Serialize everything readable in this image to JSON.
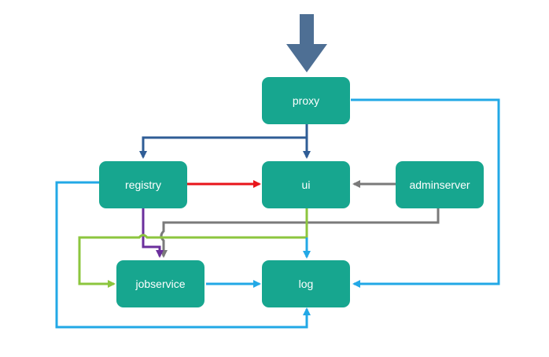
{
  "colors": {
    "node": "#17a68f",
    "node_text": "#ffffff",
    "entry_arrow": "#4e6f94",
    "blue_dark": "#2f5d96",
    "blue_light": "#22a8e6",
    "red": "#e8141a",
    "gray": "#7a7a7a",
    "green": "#8cc63e",
    "purple": "#6b2f9c"
  },
  "nodes": {
    "proxy": "proxy",
    "ui": "ui",
    "registry": "registry",
    "adminserver": "adminserver",
    "jobservice": "jobservice",
    "log": "log"
  },
  "edges": [
    {
      "from": "external",
      "to": "proxy",
      "color": "entry_arrow"
    },
    {
      "from": "proxy",
      "to": "ui",
      "color": "blue_dark"
    },
    {
      "from": "proxy",
      "to": "registry",
      "color": "blue_dark"
    },
    {
      "from": "proxy",
      "to": "log",
      "color": "blue_light"
    },
    {
      "from": "registry",
      "to": "ui",
      "color": "red"
    },
    {
      "from": "registry",
      "to": "jobservice",
      "color": "purple"
    },
    {
      "from": "registry",
      "to": "log",
      "color": "blue_light"
    },
    {
      "from": "adminserver",
      "to": "ui",
      "color": "gray"
    },
    {
      "from": "adminserver",
      "to": "jobservice",
      "color": "gray"
    },
    {
      "from": "ui",
      "to": "jobservice",
      "color": "green"
    },
    {
      "from": "ui",
      "to": "log",
      "color": "blue_light"
    },
    {
      "from": "jobservice",
      "to": "log",
      "color": "blue_light"
    }
  ]
}
